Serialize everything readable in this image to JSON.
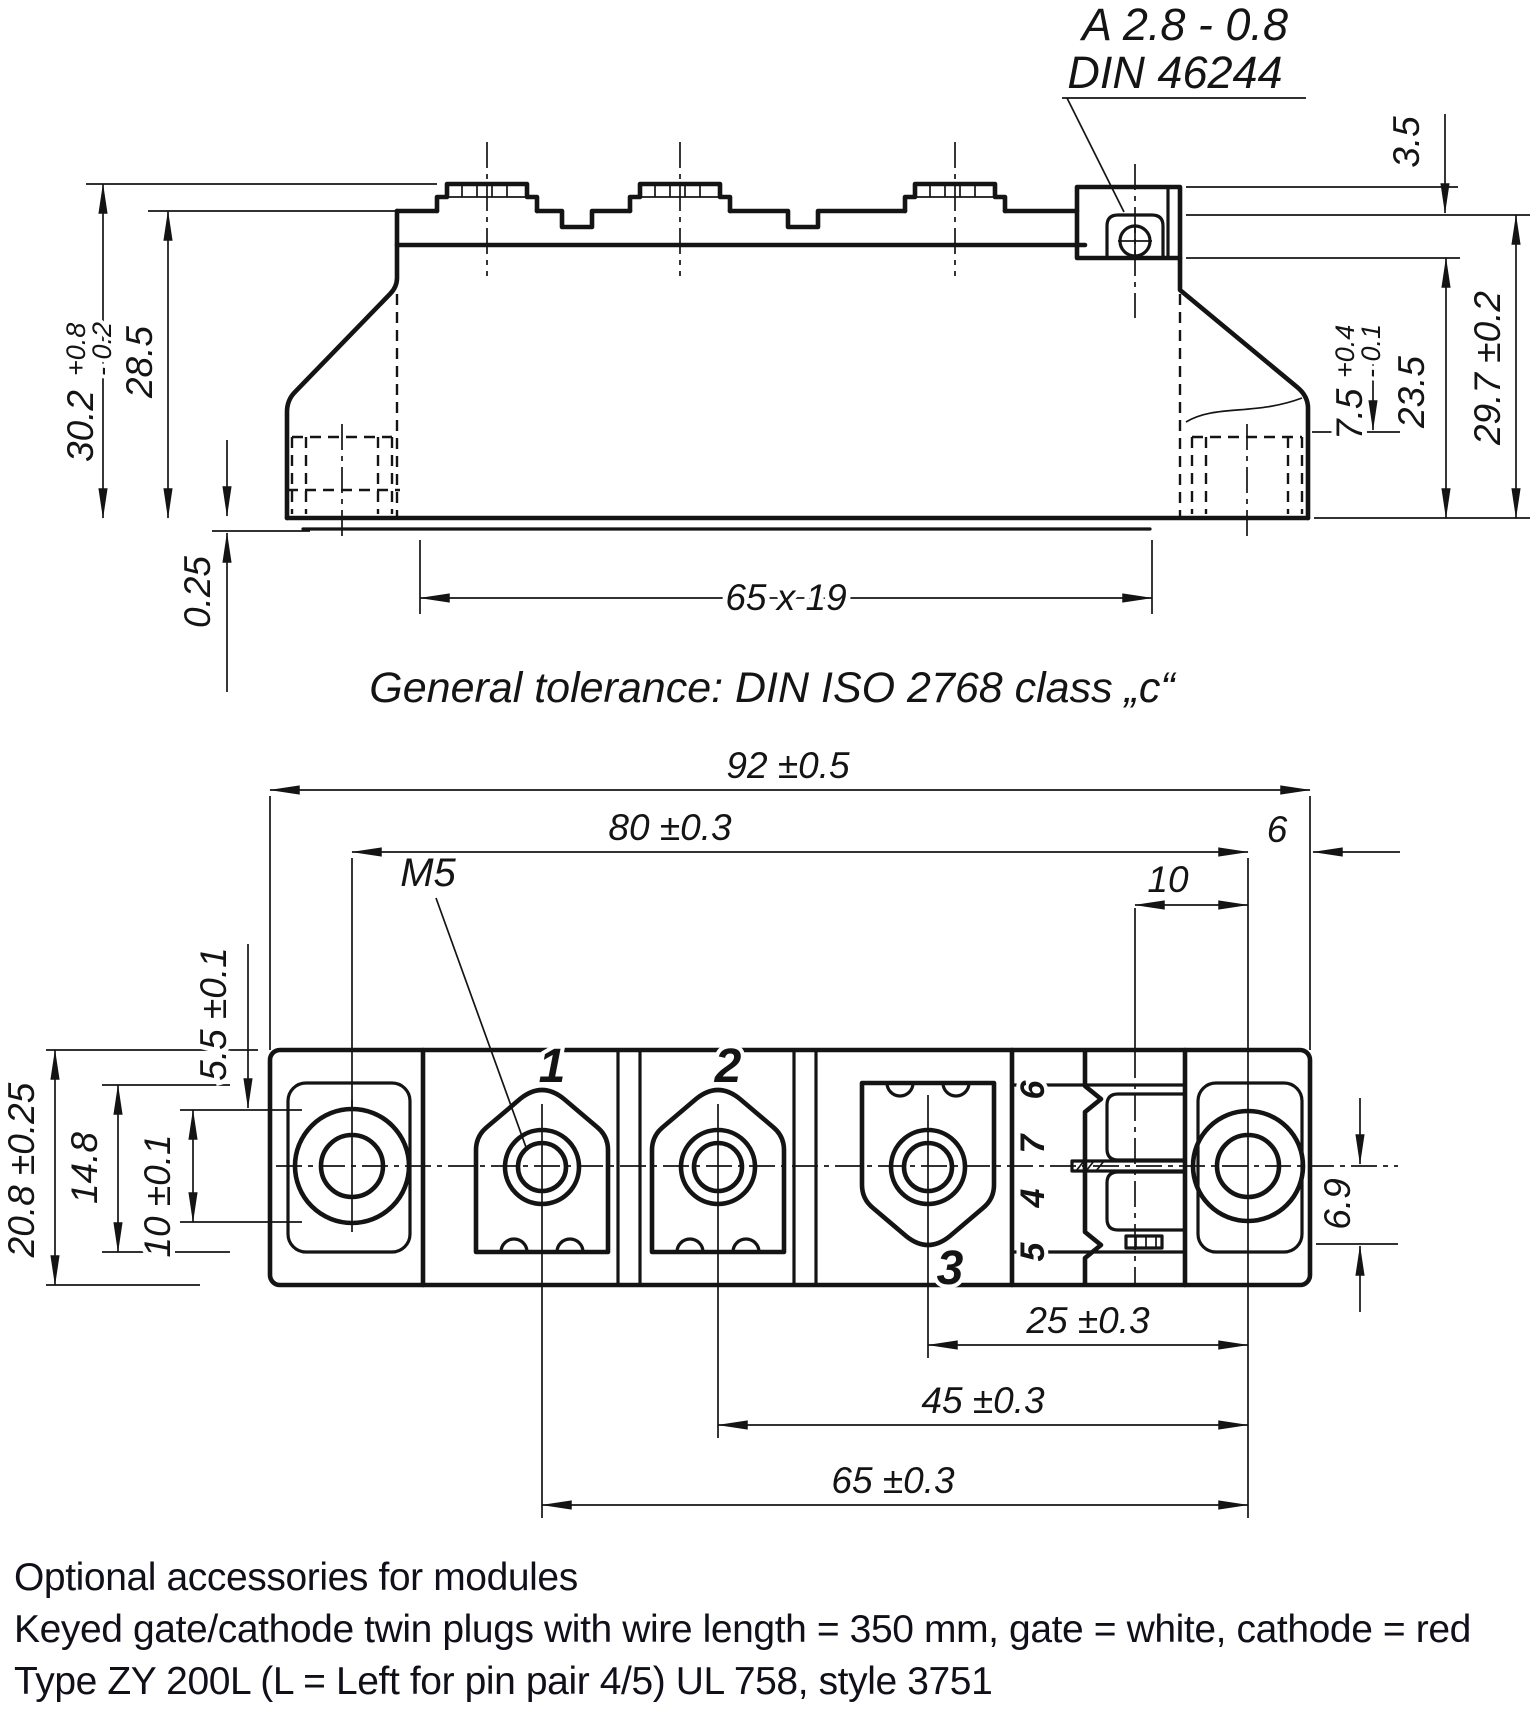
{
  "header": {
    "flag_line1": "A 2.8 - 0.8",
    "flag_line2": "DIN 46244"
  },
  "note": "General tolerance: DIN ISO 2768 class „c“",
  "side": {
    "h_screws_val": "30.2",
    "h_screws_tol_plus": "+0.8",
    "h_screws_tol_minus": "- 0.2",
    "h_body": "28.5",
    "base_offset": "0.25",
    "base_area": "65 x 19",
    "tab_offset": "3.5",
    "flange_val": "7.5",
    "flange_tol_plus": "+0.4",
    "flange_tol_minus": "- 0.1",
    "h_blade": "23.5",
    "h_total": "29.7 ±0.2"
  },
  "plan": {
    "w_total": "92 ±0.5",
    "hole_span": "80 ±0.3",
    "edge_dist": "6",
    "conn_offset": "10",
    "thread": "M5",
    "top_edge": "5.5 ±0.1",
    "depth": "20.8 ±0.25",
    "inner_width": "14.8",
    "slot": "10 ±0.1",
    "hole_offset": "6.9",
    "dim_t3": "25 ±0.3",
    "dim_t2": "45 ±0.3",
    "dim_t1": "65 ±0.3",
    "t1": "1",
    "t2": "2",
    "t3": "3",
    "pins": [
      "6",
      "7",
      "4",
      "5"
    ]
  },
  "footer": {
    "line1": "Optional accessories for modules",
    "line2": "Keyed gate/cathode twin plugs with wire length = 350 mm, gate = white, cathode = red",
    "line3": "Type ZY 200L  (L = Left for pin pair 4/5)  UL 758, style 3751"
  }
}
